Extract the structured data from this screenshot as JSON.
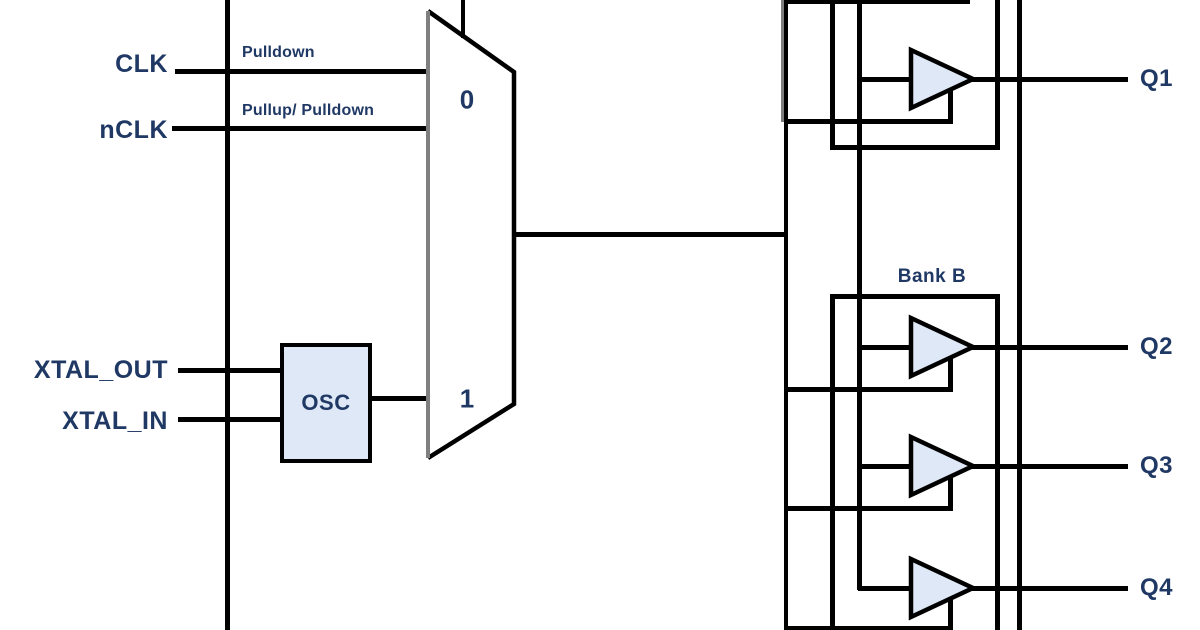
{
  "diagram": {
    "inputs": {
      "clk": {
        "label": "CLK",
        "resistor": "Pulldown"
      },
      "nclk": {
        "label": "nCLK",
        "resistor": "Pullup/ Pulldown"
      },
      "xtal_out": {
        "label": "XTAL_OUT"
      },
      "xtal_in": {
        "label": "XTAL_IN"
      }
    },
    "osc": {
      "label": "OSC"
    },
    "mux": {
      "select0": "0",
      "select1": "1"
    },
    "bank_b": {
      "label": "Bank B"
    },
    "outputs": [
      {
        "label": "Q1"
      },
      {
        "label": "Q2"
      },
      {
        "label": "Q3"
      },
      {
        "label": "Q4"
      }
    ],
    "colors": {
      "line": "#000000",
      "label": "#1f3864",
      "buffer_fill": "#dfe8f6",
      "mux_edge_gray": "#7f7f7f",
      "background": "#ffffff"
    }
  }
}
